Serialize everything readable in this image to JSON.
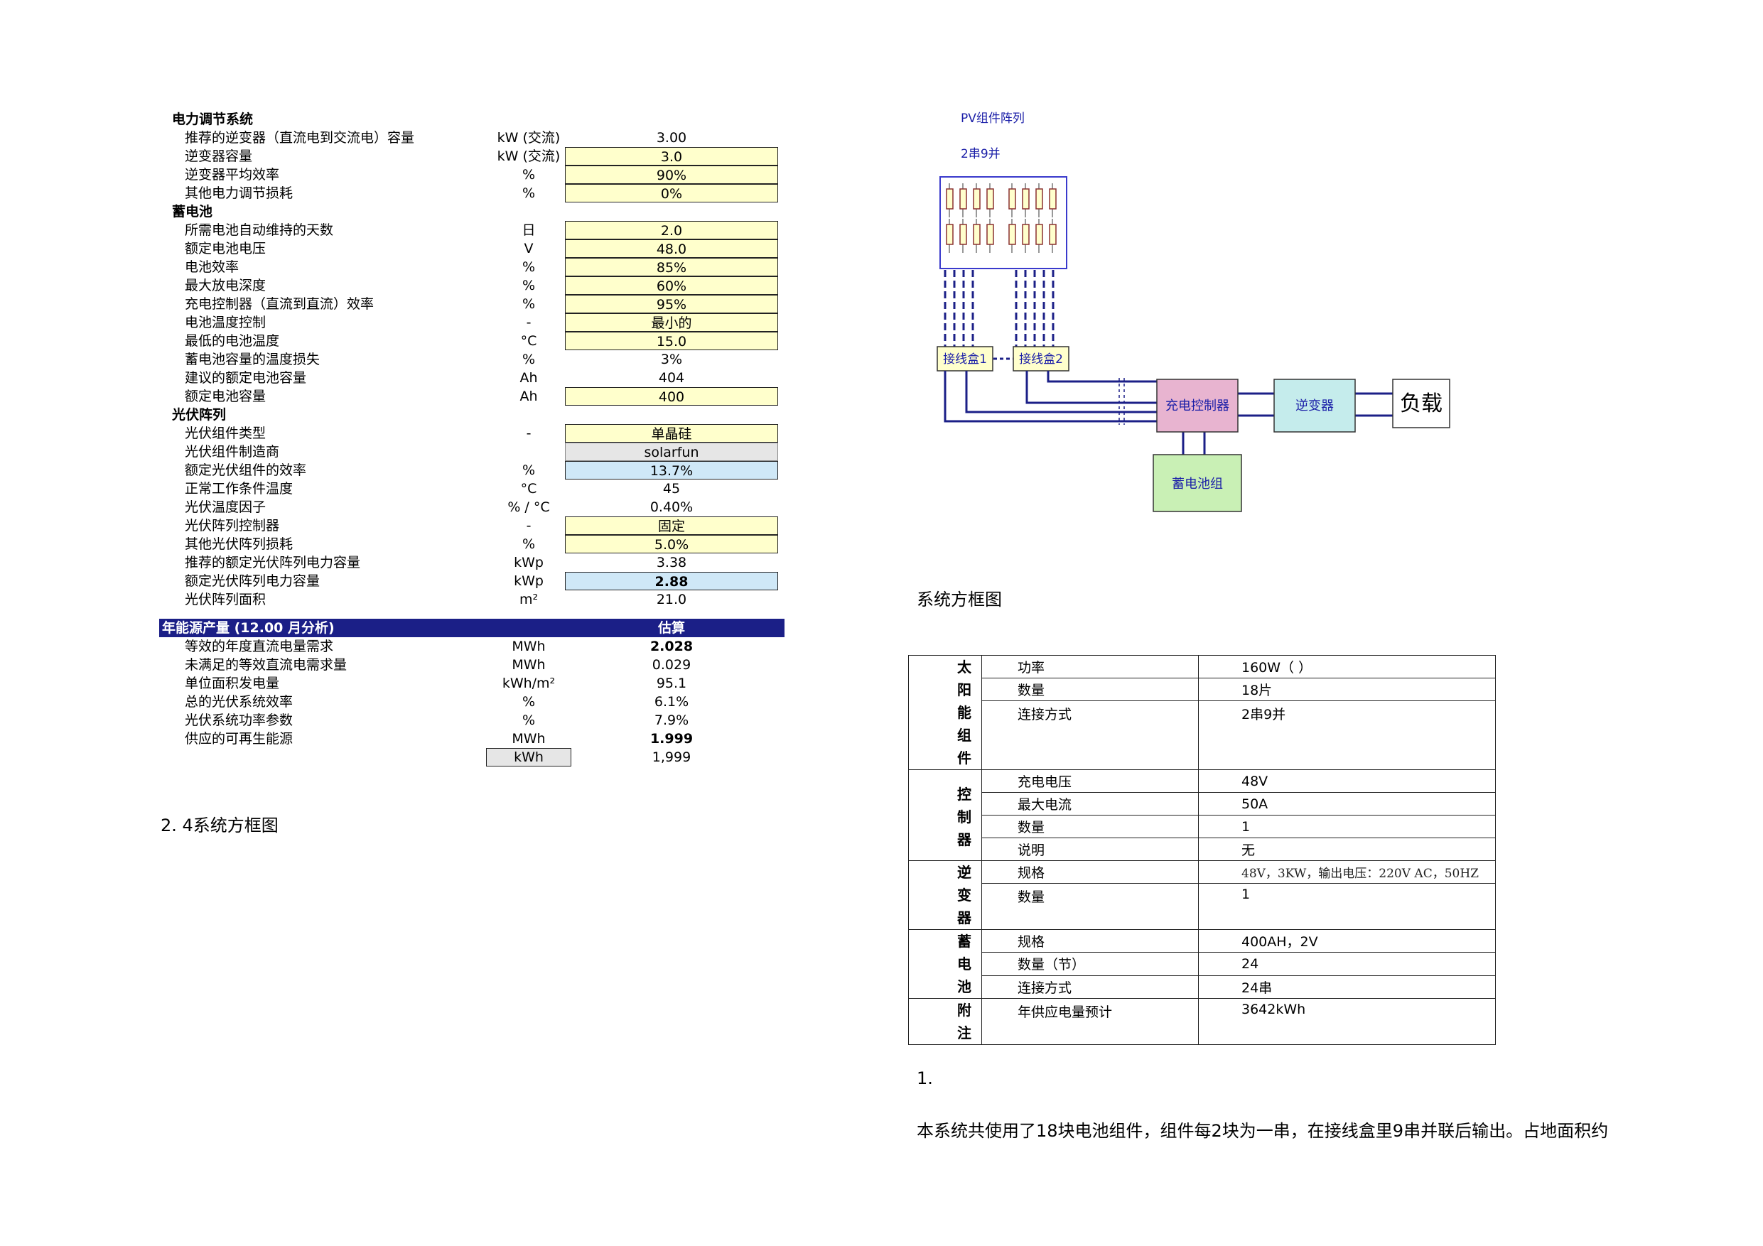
{
  "sheet": {
    "power_section": {
      "title": "电力调节系统",
      "rows": [
        {
          "label": "推荐的逆变器（直流电到交流电）容量",
          "unit": "kW (交流)",
          "value": "3.00",
          "style": "plain"
        },
        {
          "label": "逆变器容量",
          "unit": "kW (交流)",
          "value": "3.0",
          "style": "input"
        },
        {
          "label": "逆变器平均效率",
          "unit": "%",
          "value": "90%",
          "style": "input"
        },
        {
          "label": "其他电力调节损耗",
          "unit": "%",
          "value": "0%",
          "style": "input"
        }
      ]
    },
    "battery_section": {
      "title": "蓄电池",
      "rows": [
        {
          "label": "所需电池自动维持的天数",
          "unit": "日",
          "value": "2.0",
          "style": "input"
        },
        {
          "label": "额定电池电压",
          "unit": "V",
          "value": "48.0",
          "style": "input"
        },
        {
          "label": "电池效率",
          "unit": "%",
          "value": "85%",
          "style": "input"
        },
        {
          "label": "最大放电深度",
          "unit": "%",
          "value": "60%",
          "style": "input"
        },
        {
          "label": "充电控制器（直流到直流）效率",
          "unit": "%",
          "value": "95%",
          "style": "input"
        },
        {
          "label": "电池温度控制",
          "unit": "-",
          "value": "最小的",
          "style": "input"
        },
        {
          "label": "最低的电池温度",
          "unit": "°C",
          "value": "15.0",
          "style": "input"
        },
        {
          "label": "蓄电池容量的温度损失",
          "unit": "%",
          "value": "3%",
          "style": "plain"
        },
        {
          "label": "建议的额定电池容量",
          "unit": "Ah",
          "value": "404",
          "style": "plain"
        },
        {
          "label": "额定电池容量",
          "unit": "Ah",
          "value": "400",
          "style": "input"
        }
      ]
    },
    "pv_section": {
      "title": "光伏阵列",
      "rows": [
        {
          "label": "光伏组件类型",
          "unit": "-",
          "value": "单晶硅",
          "style": "input"
        },
        {
          "label": "光伏组件制造商",
          "unit": "",
          "value": "solarfun",
          "style": "grey"
        },
        {
          "label": "额定光伏组件的效率",
          "unit": "%",
          "value": "13.7%",
          "style": "blue"
        },
        {
          "label": "正常工作条件温度",
          "unit": "°C",
          "value": "45",
          "style": "plain"
        },
        {
          "label": "光伏温度因子",
          "unit": "% / °C",
          "value": "0.40%",
          "style": "plain"
        },
        {
          "label": "光伏阵列控制器",
          "unit": "-",
          "value": "固定",
          "style": "input"
        },
        {
          "label": "其他光伏阵列损耗",
          "unit": "%",
          "value": "5.0%",
          "style": "input"
        },
        {
          "label": "推荐的额定光伏阵列电力容量",
          "unit": "kWp",
          "value": "3.38",
          "style": "plain"
        },
        {
          "label": "额定光伏阵列电力容量",
          "unit": "kWp",
          "value": "2.88",
          "style": "blue-bold"
        },
        {
          "label": "光伏阵列面积",
          "unit": "m²",
          "value": "21.0",
          "style": "plain"
        }
      ]
    },
    "annual": {
      "title": "年能源产量 (12.00 月分析)",
      "estimate_header": "估算",
      "rows": [
        {
          "label": "等效的年度直流电量需求",
          "unit": "MWh",
          "value": "2.028",
          "style": "bold"
        },
        {
          "label": "未满足的等效直流电需求量",
          "unit": "MWh",
          "value": "0.029",
          "style": "plain"
        },
        {
          "label": "单位面积发电量",
          "unit": "kWh/m²",
          "value": "95.1",
          "style": "plain"
        },
        {
          "label": "总的光伏系统效率",
          "unit": "%",
          "value": "6.1%",
          "style": "plain"
        },
        {
          "label": "光伏系统功率参数",
          "unit": "%",
          "value": "7.9%",
          "style": "plain"
        },
        {
          "label": "供应的可再生能源",
          "unit": "MWh",
          "value": "1.999",
          "style": "bold"
        }
      ],
      "kwh_unit": "kWh",
      "kwh_value": "1,999"
    }
  },
  "section_24_title": "2. 4系统方框图",
  "diagram": {
    "pv_title": "PV组件阵列",
    "pv_config": "2串9并",
    "junction_box_1": "接线盒1",
    "junction_box_2": "接线盒2",
    "charge_controller": "充电控制器",
    "inverter": "逆变器",
    "load": "负载",
    "battery_bank": "蓄电池组",
    "colors": {
      "wire": "#1b1f87",
      "controller": "#e8b4d0",
      "inverter": "#c5ecec",
      "battery": "#c9f0b5",
      "junction": "#ffffcc",
      "module": "#ffffcc"
    }
  },
  "diagram_caption": "系统方框图",
  "spec_table": {
    "solar": {
      "chars": [
        "太",
        "阳",
        "能",
        "组",
        "件"
      ],
      "rows": [
        {
          "k": "功率",
          "v": "160W（ ）"
        },
        {
          "k": "数量",
          "v": "18片"
        },
        {
          "k": "连接方式",
          "v": "2串9并"
        }
      ]
    },
    "controller": {
      "chars": [
        "控",
        "制",
        "器"
      ],
      "rows": [
        {
          "k": "充电电压",
          "v": "48V"
        },
        {
          "k": "最大电流",
          "v": "50A"
        },
        {
          "k": "数量",
          "v": "1"
        },
        {
          "k": "说明",
          "v": "无"
        }
      ]
    },
    "inverter": {
      "chars": [
        "逆",
        "变",
        "器"
      ],
      "rows": [
        {
          "k": "规格",
          "v": "48V，3KW，输出电压：220V AC，50HZ"
        },
        {
          "k": "数量",
          "v": "1"
        }
      ]
    },
    "battery": {
      "chars": [
        "蓄",
        "电",
        "池"
      ],
      "rows": [
        {
          "k": "规格",
          "v": "400AH，2V"
        },
        {
          "k": "数量（节）",
          "v": "24"
        },
        {
          "k": "连接方式",
          "v": "24串"
        }
      ]
    },
    "note": {
      "chars": [
        "附",
        "注"
      ],
      "rows": [
        {
          "k": "年供应电量预计",
          "v": "3642kWh"
        }
      ]
    }
  },
  "note_number": "1.",
  "note_text": "本系统共使用了18块电池组件，组件每2块为一串，在接线盒里9串并联后输出。占地面积约"
}
